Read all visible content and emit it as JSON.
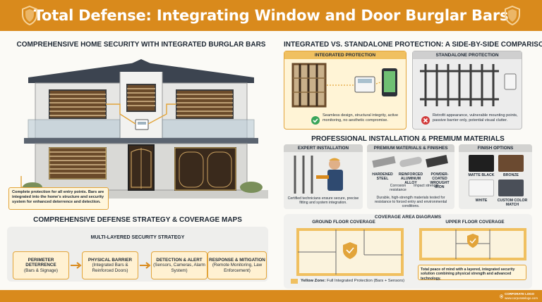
{
  "header": {
    "title": "Total Defense: Integrating Window and Door Burglar Bars"
  },
  "left": {
    "title": "COMPREHENSIVE HOME SECURITY WITH INTEGRATED BURGLAR BARS",
    "callout": "Complete protection for all entry points. Bars are integrated into the home's structure and security system for enhanced deterrence and detection."
  },
  "strategy": {
    "title": "COMPREHENSIVE DEFENSE STRATEGY & COVERAGE MAPS",
    "subtitle": "MULTI-LAYERED SECURITY STRATEGY",
    "steps": [
      {
        "title": "PERIMETER DETERRENCE",
        "detail": "(Bars & Signage)"
      },
      {
        "title": "PHYSICAL BARRIER",
        "detail": "(Integrated Bars & Reinforced Doors)"
      },
      {
        "title": "DETECTION & ALERT",
        "detail": "(Sensors, Cameras, Alarm System)"
      },
      {
        "title": "RESPONSE & MITIGATION",
        "detail": "(Remote Monitoring, Law Enforcement)"
      }
    ]
  },
  "comparison": {
    "title": "INTEGRATED VS. STANDALONE PROTECTION: A SIDE-BY-SIDE COMPARISON",
    "integrated": {
      "label": "INTEGRATED PROTECTION",
      "desc": "Seamless design, structural integrity, active monitoring, no aesthetic compromise."
    },
    "standalone": {
      "label": "STANDALONE PROTECTION",
      "desc": "Retrofit appearance, vulnerable mounting points, passive barrier only, potential visual clutter."
    }
  },
  "installation": {
    "title": "PROFESSIONAL INSTALLATION & PREMIUM MATERIALS",
    "expert": {
      "label": "EXPERT INSTALLATION",
      "desc": "Certified technicians ensure secure, precise fitting and system integration."
    },
    "materials": {
      "label": "PREMIUM MATERIALS & FINISHES",
      "items": [
        "HARDENED STEEL",
        "REINFORCED ALUMINUM ALLOY",
        "POWDER-COATED WROUGHT IRON"
      ],
      "badges": [
        "Corrosion resistance",
        "Impact strength"
      ],
      "desc": "Durable, high-strength materials tested for resistance to forced entry and environmental conditions."
    },
    "finishes": {
      "label": "FINISH OPTIONS",
      "items": [
        "MATTE BLACK",
        "BRONZE",
        "WHITE",
        "CUSTOM COLOR MATCH"
      ]
    }
  },
  "coverage": {
    "title": "COVERAGE AREA DIAGRAMS",
    "ground": "GROUND FLOOR COVERAGE",
    "upper": "UPPER FLOOR COVERAGE",
    "legend_key": "Yellow Zone:",
    "legend_text": "Full Integrated Protection (Bars + Sensors)",
    "note": "Total peace of mind with a layered, integrated security solution combining physical strength and advanced technology."
  },
  "footer": {
    "logo": "CORPORATE LOGO",
    "url": "www.corporatelogo.com"
  },
  "colors": {
    "accent": "#d98a1c",
    "highlight": "#f0c060",
    "dark": "#1d2733"
  }
}
